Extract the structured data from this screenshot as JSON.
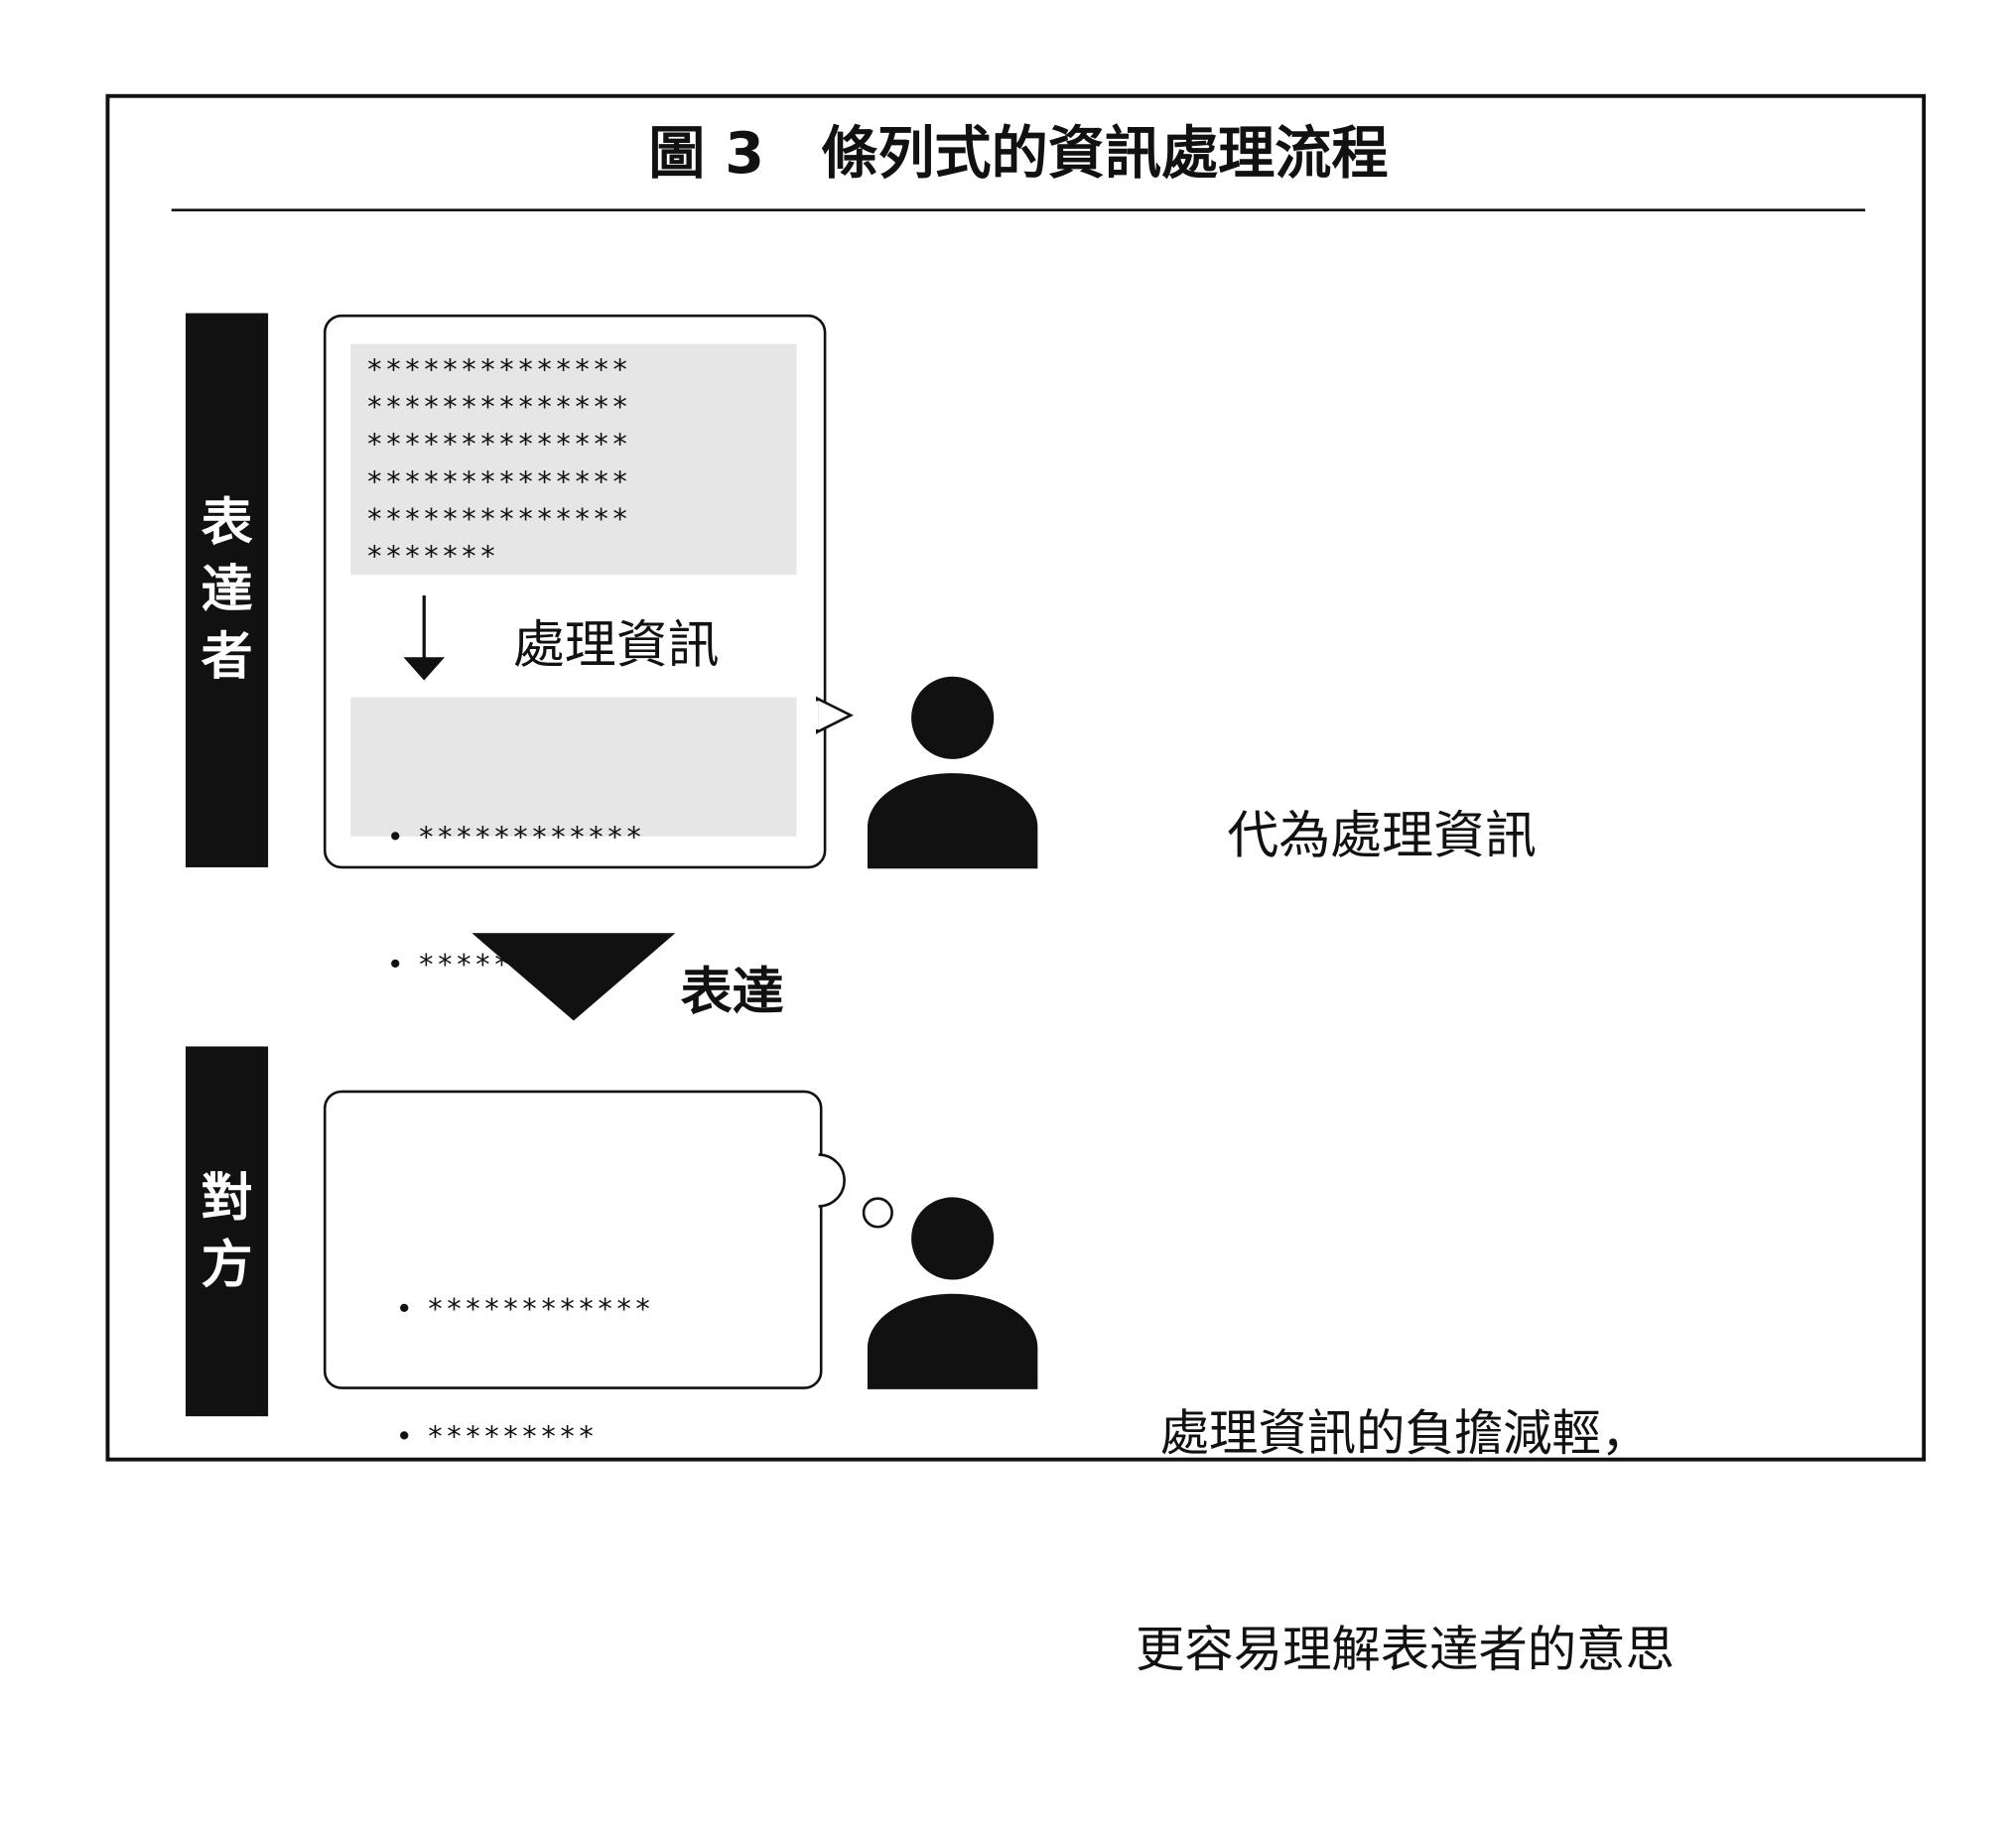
{
  "title": "圖 3　條列式的資訊處理流程",
  "speaker": {
    "side_label": [
      "表",
      "達",
      "者"
    ],
    "raw_text_lines": [
      "**************",
      "**************",
      "**************",
      "**************",
      "**************",
      "*******"
    ],
    "process_label": "處理資訊",
    "bullet_marker": "•",
    "bullet_lines": [
      "************",
      "*********"
    ],
    "note": "代為處理資訊"
  },
  "transition_label": "表達",
  "listener": {
    "side_label": [
      "對",
      "方"
    ],
    "bullet_marker": "•",
    "bullet_lines": [
      "************",
      "*********"
    ],
    "note_lines": [
      "處理資訊的負擔減輕，",
      "更容易理解表達者的意思"
    ]
  },
  "colors": {
    "ink": "#111111",
    "panel_gray": "#e6e6e6",
    "background": "#ffffff"
  }
}
